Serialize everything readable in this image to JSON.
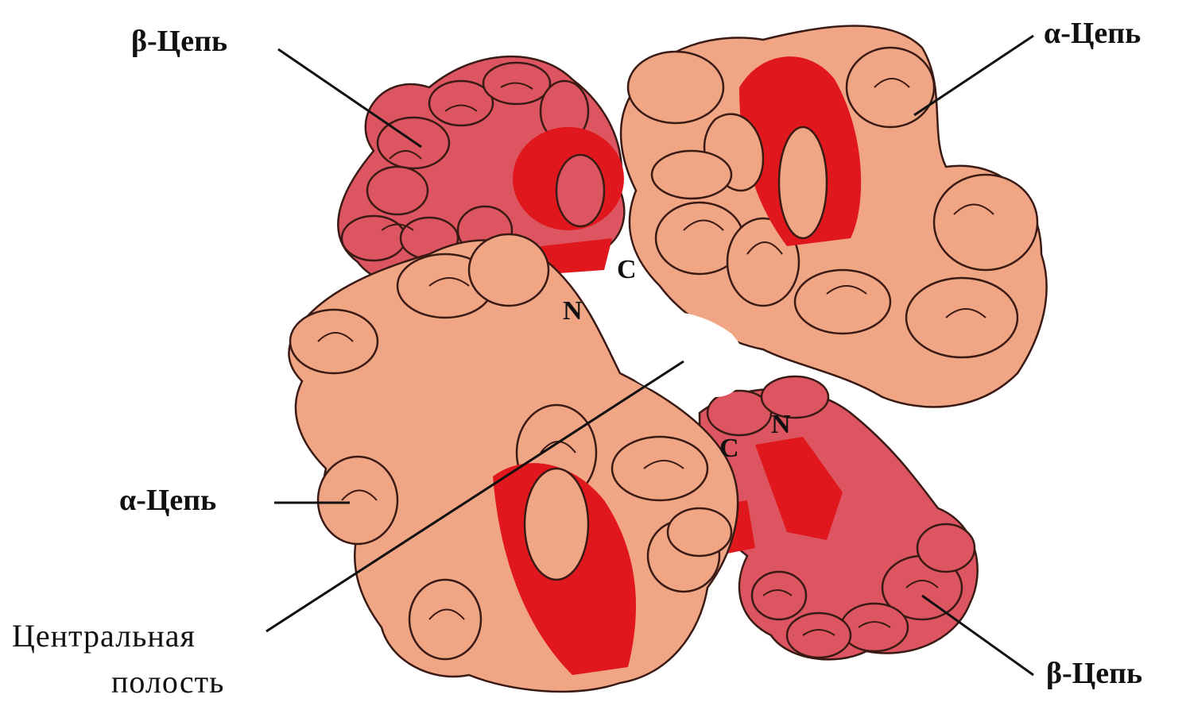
{
  "labels": {
    "beta_top_left": "β-Цепь",
    "alpha_top_right": "α-Цепь",
    "alpha_left": "α-Цепь",
    "central_line1": "Центральная",
    "central_line2": "полость",
    "beta_bottom_right": "β-Цепь"
  },
  "termini": {
    "upper_n": "N",
    "upper_c": "C",
    "lower_c": "C",
    "lower_n": "N"
  },
  "colors": {
    "alpha_chain": "#f0a584",
    "beta_chain": "#dd5560",
    "heme": "#e0171c",
    "outline": "#3a1a14"
  }
}
